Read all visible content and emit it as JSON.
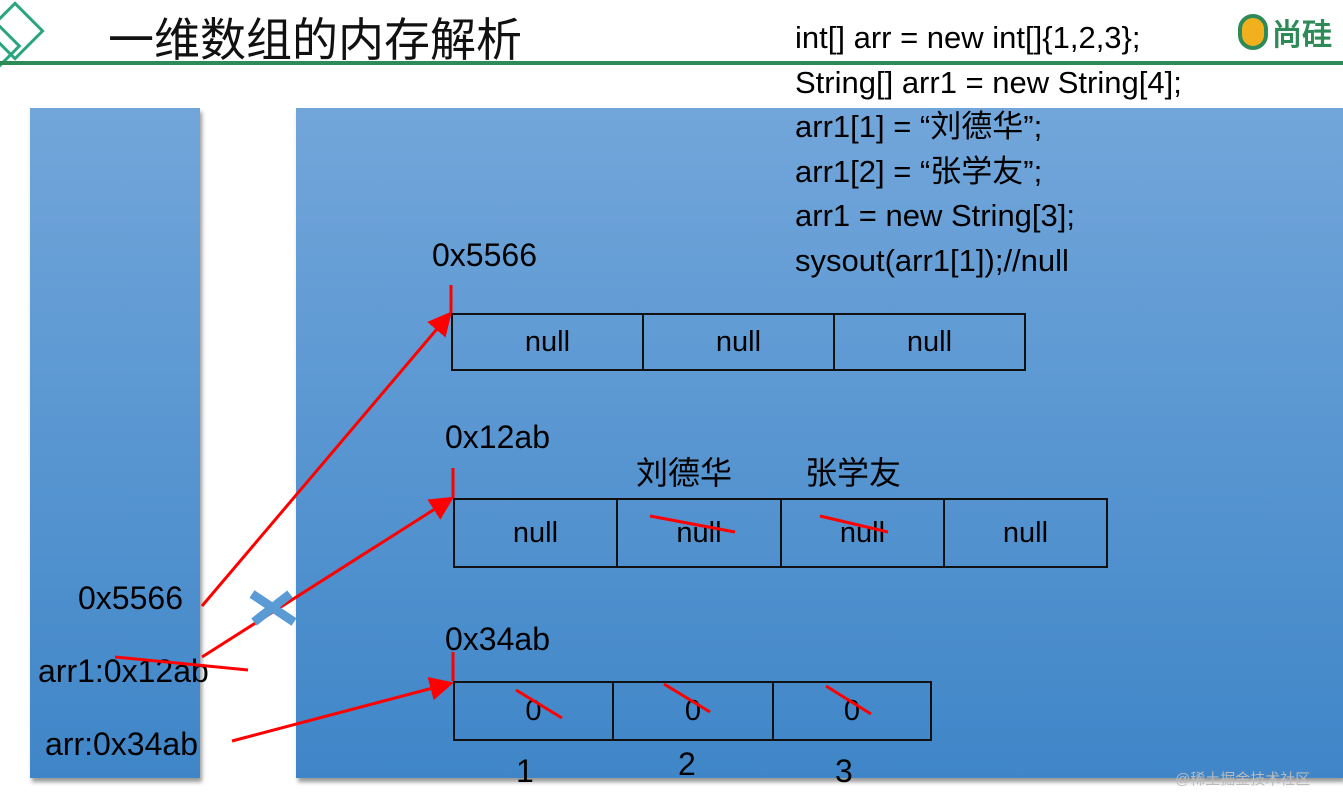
{
  "slide": {
    "title": "一维数组的内存解析",
    "logo_text": "尚硅",
    "watermark": "@稀土掘金技术社区"
  },
  "code": [
    "int[] arr = new int[]{1,2,3};",
    "String[] arr1 = new String[4];",
    "arr1[1] = “刘德华”;",
    "arr1[2] = “张学友”;",
    "arr1 = new String[3];",
    "sysout(arr1[1]);//null"
  ],
  "stack": {
    "items": [
      "0x5566",
      "arr1:0x12ab",
      "arr:0x34ab"
    ]
  },
  "heap": {
    "array_5566": {
      "address": "0x5566",
      "cells": [
        "null",
        "null",
        "null"
      ]
    },
    "array_12ab": {
      "address": "0x12ab",
      "cells": [
        "null",
        "null",
        "null",
        "null"
      ],
      "annotations": [
        "刘德华",
        "张学友"
      ]
    },
    "array_34ab": {
      "address": "0x34ab",
      "cells": [
        "0",
        "0",
        "0"
      ],
      "indices": [
        "1",
        "2",
        "3"
      ]
    }
  },
  "colors": {
    "accent": "#2e8b57",
    "arrow": "#ff0000",
    "panel": "#4a8dcc"
  }
}
